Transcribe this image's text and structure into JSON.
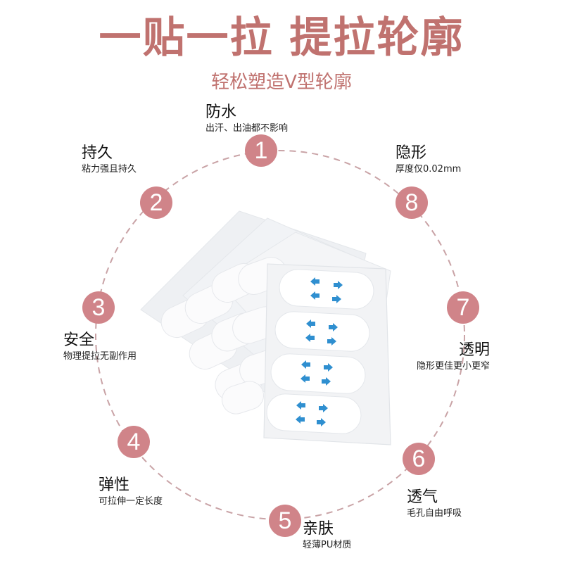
{
  "header": {
    "title": "一贴一拉 提拉轮廓",
    "subtitle": "轻松塑造V型轮廓"
  },
  "colors": {
    "accent": "#c0726f",
    "badge": "#d08489",
    "ring_dash": "#c9a3a6",
    "arrow": "#2f8fd0"
  },
  "features": [
    {
      "number": "1",
      "name": "防水",
      "desc": "出汗、出油都不影响"
    },
    {
      "number": "2",
      "name": "持久",
      "desc": "粘力强且持久"
    },
    {
      "number": "3",
      "name": "安全",
      "desc": "物理提拉无副作用"
    },
    {
      "number": "4",
      "name": "弹性",
      "desc": "可拉伸一定长度"
    },
    {
      "number": "5",
      "name": "亲肤",
      "desc": "轻薄PU材质"
    },
    {
      "number": "6",
      "name": "透气",
      "desc": "毛孔自由呼吸"
    },
    {
      "number": "7",
      "name": "透明",
      "desc": "隐形更佳更小更窄"
    },
    {
      "number": "8",
      "name": "隐形",
      "desc": "厚度仅0.02mm"
    }
  ],
  "product": {
    "icon": "face-lift-tape-sheets-icon",
    "strips": 4,
    "arrows_per_strip": 4
  }
}
